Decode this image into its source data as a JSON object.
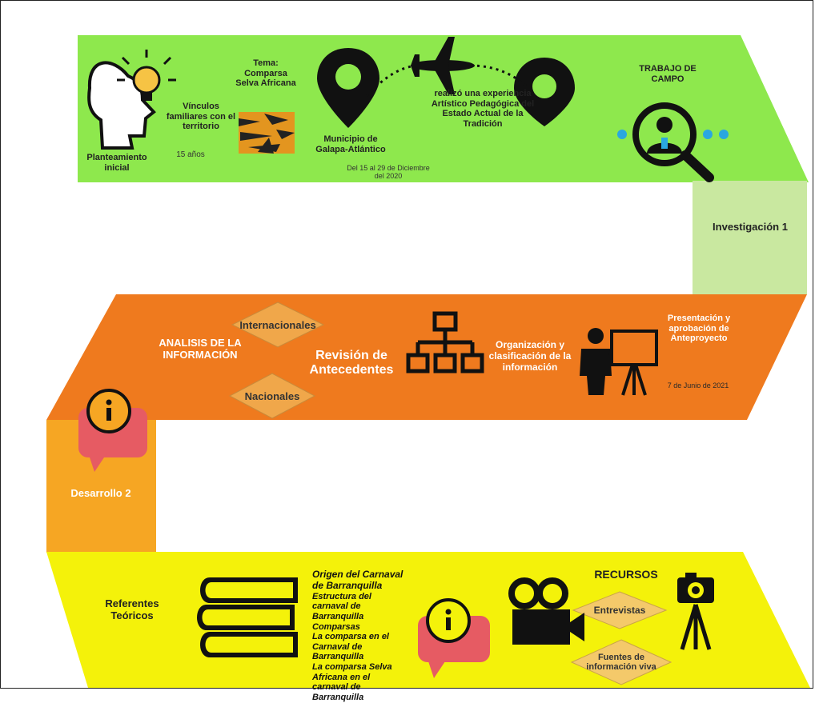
{
  "colors": {
    "green": "#8ee84d",
    "green_light": "#c9e8a0",
    "orange": "#ef7a1e",
    "orange_light": "#f6a623",
    "yellow": "#f4f20a",
    "diamond": "#f0a74a",
    "accent_blue": "#2aa7e0",
    "accent_red": "#e65b63"
  },
  "row1": {
    "planteamiento": "Planteamiento inicial",
    "vinculos": "Vínculos familiares con el territorio",
    "anios": "15 años",
    "tema": "Tema: Comparsa Selva Africana",
    "municipio": "Municipio de Galapa-Atlántico",
    "fechas": "Del 15 al 29 de Diciembre del 2020",
    "experiencia": "realizó una experiencia Artístico Pedagógica del Estado Actual de la Tradición",
    "trabajo": "TRABAJO DE CAMPO"
  },
  "connector1": {
    "label": "Investigación 1"
  },
  "row2": {
    "analisis": "ANALISIS DE LA INFORMACIÓN",
    "internacionales": "Internacionales",
    "nacionales": "Nacionales",
    "revision": "Revisión de Antecedentes",
    "organizacion": "Organización y clasificación de la información",
    "presentacion": "Presentación y aprobación de Anteproyecto",
    "fecha": "7 de Junio de 2021"
  },
  "connector2": {
    "label": "Desarrollo 2"
  },
  "row3": {
    "referentes": "Referentes Teóricos",
    "list": [
      "Origen del Carnaval de Barranquilla",
      "Estructura del carnaval de Barranquilla",
      "Comparsas",
      "La comparsa en el Carnaval de Barranquilla",
      "La comparsa Selva Africana en el carnaval de Barranquilla"
    ],
    "recursos": "RECURSOS",
    "entrevistas": "Entrevistas",
    "fuentes": "Fuentes de información viva"
  },
  "icons": [
    "head-lightbulb-icon",
    "tiger-stripes-icon",
    "location-pin-icon",
    "airplane-icon",
    "magnifier-person-icon",
    "flowchart-icon",
    "presenter-icon",
    "info-bubble-icon",
    "books-icon",
    "video-camera-icon",
    "camera-tripod-icon"
  ]
}
